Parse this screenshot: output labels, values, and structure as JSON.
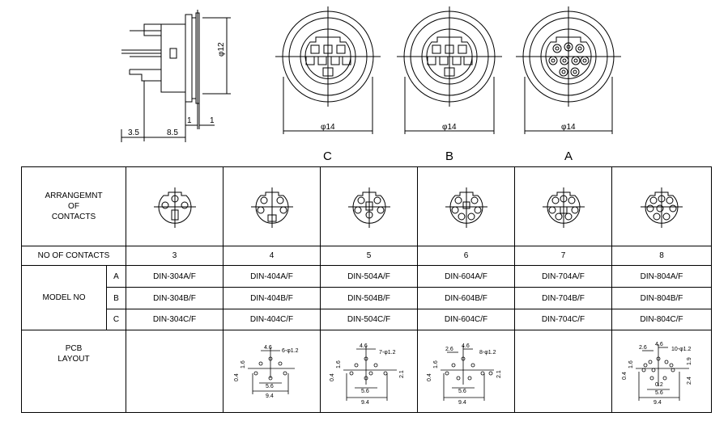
{
  "drawing": {
    "side_view": {
      "dim_height": "φ12",
      "dim_a": "3.5",
      "dim_b": "8.5",
      "dim_c": "1",
      "dim_d": "1"
    },
    "front_views": [
      {
        "id": "C",
        "label": "C",
        "dim": "φ14"
      },
      {
        "id": "B",
        "label": "B",
        "dim": "φ14"
      },
      {
        "id": "A",
        "label": "A",
        "dim": "φ14"
      }
    ]
  },
  "table": {
    "row_arrangement": {
      "label_lines": [
        "ARRANGEMNT",
        "OF",
        "CONTACTS"
      ]
    },
    "row_contacts": {
      "label": "NO OF CONTACTS",
      "values": [
        "3",
        "4",
        "5",
        "6",
        "7",
        "8"
      ]
    },
    "row_model": {
      "label": "MODEL NO",
      "variants": [
        {
          "letter": "A",
          "models": [
            "DIN-304A/F",
            "DIN-404A/F",
            "DIN-504A/F",
            "DIN-604A/F",
            "DIN-704A/F",
            "DIN-804A/F"
          ]
        },
        {
          "letter": "B",
          "models": [
            "DIN-304B/F",
            "DIN-404B/F",
            "DIN-504B/F",
            "DIN-604B/F",
            "DIN-704B/F",
            "DIN-804B/F"
          ]
        },
        {
          "letter": "C",
          "models": [
            "DIN-304C/F",
            "DIN-404C/F",
            "DIN-504C/F",
            "DIN-604C/F",
            "DIN-704C/F",
            "DIN-804C/F"
          ]
        }
      ]
    },
    "row_pcb": {
      "label_lines": [
        "PCB",
        "LAYOUT"
      ],
      "layouts": [
        null,
        {
          "top": "4.6",
          "hole": "6-φ1.2",
          "v1": "1.6",
          "v2": "0.4",
          "m": "5.6",
          "w": "9.4"
        },
        {
          "top": "4.6",
          "hole": "7-φ1.2",
          "v1": "1.6",
          "v2": "0.4",
          "m": "5.6",
          "w": "9.4",
          "r": "2.1"
        },
        {
          "top": "2.6",
          "top2": "4.6",
          "hole": "8-φ1.2",
          "v1": "1.6",
          "v2": "0.4",
          "m": "5.6",
          "w": "9.4",
          "r": "2.1"
        },
        null,
        {
          "top": "2.6",
          "top2": "4.6",
          "hole": "10-φ1.2",
          "v1": "1.6",
          "v2": "0.4",
          "m": "5.6",
          "w": "9.4",
          "r": "1.9",
          "r2": "2.4",
          "s": "0.2"
        }
      ]
    }
  }
}
